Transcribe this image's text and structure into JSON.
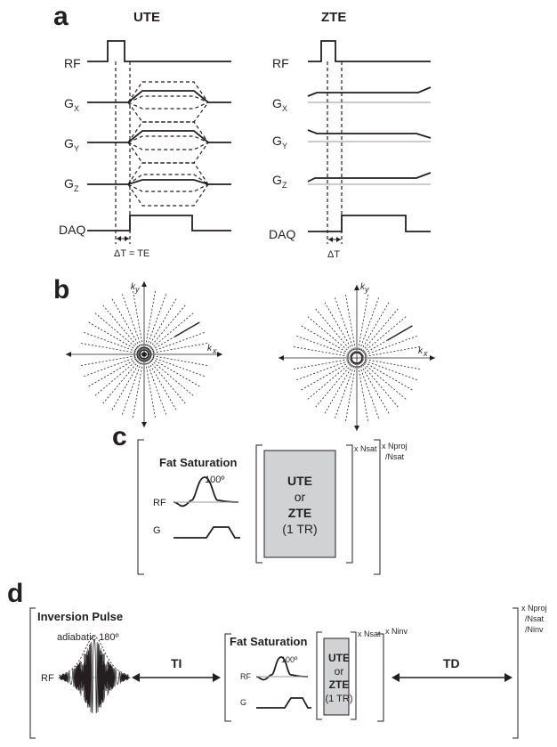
{
  "panels": {
    "a": "a",
    "b": "b",
    "c": "c",
    "d": "d"
  },
  "ute": {
    "title": "UTE",
    "rf": "RF",
    "gx": "G",
    "gx_sub": "X",
    "gy": "G",
    "gy_sub": "Y",
    "gz": "G",
    "gz_sub": "Z",
    "daq": "DAQ",
    "delta": "ΔT = TE"
  },
  "zte": {
    "title": "ZTE",
    "rf": "RF",
    "gx": "G",
    "gx_sub": "X",
    "gy": "G",
    "gy_sub": "Y",
    "gz": "G",
    "gz_sub": "Z",
    "daq": "DAQ",
    "delta": "ΔT"
  },
  "kspace": {
    "ky": "k",
    "ky_sub": "y",
    "kx": "k",
    "kx_sub": "x"
  },
  "c": {
    "fat_sat": "Fat Saturation",
    "angle": "100º",
    "rf": "RF",
    "g": "G",
    "box_line1": "UTE",
    "box_line2": "or",
    "box_line3": "ZTE",
    "box_line4": "(1 TR)",
    "nsat": "x Nsat",
    "nproj1": "x Nproj",
    "nproj2": "/Nsat"
  },
  "d": {
    "inversion": "Inversion Pulse",
    "adiabatic": "adiabatic 180º",
    "rf": "RF",
    "ti": "TI",
    "td": "TD",
    "fat_sat": "Fat Saturation",
    "angle": "100º",
    "rf2": "RF",
    "g": "G",
    "box_line1": "UTE",
    "box_line2": "or",
    "box_line3": "ZTE",
    "box_line4": "(1 TR)",
    "nsat": "x Nsat",
    "ninv": "x Ninv",
    "nproj1": "x Nproj",
    "nproj2": "/Nsat",
    "nproj3": "/Ninv"
  },
  "colors": {
    "ink": "#231f20",
    "box_fill": "#d1d2d4",
    "gray_line": "#9a9a9a"
  }
}
